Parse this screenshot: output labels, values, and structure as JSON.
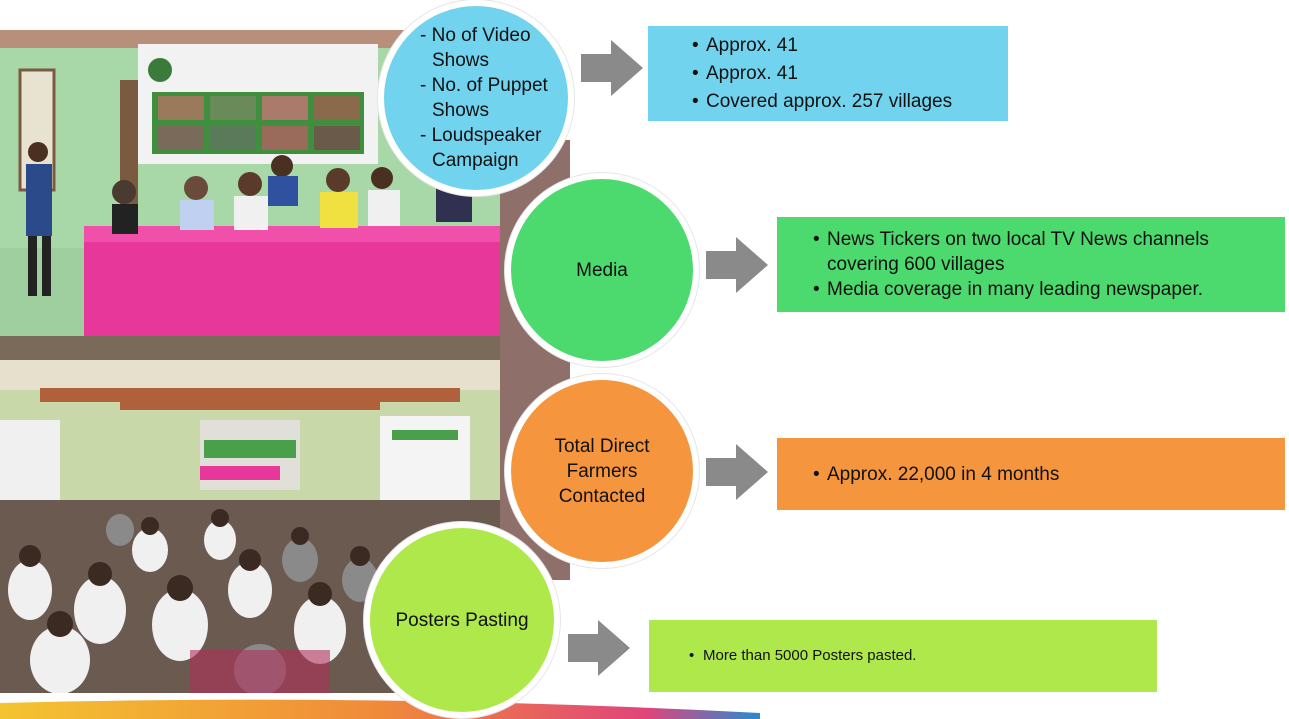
{
  "activities": [
    {
      "circle_lines": [
        "- No of Video Shows",
        "- No. of Puppet Shows",
        "- Loudspeaker Campaign"
      ],
      "details": [
        "Approx. 41",
        "Approx. 41",
        "Covered approx. 257 villages"
      ],
      "color": "#72d3ee"
    },
    {
      "circle_label": "Media",
      "details": [
        "News Tickers on two local TV News channels covering 600 villages",
        "Media coverage in many leading newspaper."
      ],
      "color": "#4cd96e"
    },
    {
      "circle_label": "Total Direct Farmers Contacted",
      "details": [
        "Approx. 22,000 in 4 months"
      ],
      "color": "#f5963f"
    },
    {
      "circle_label": "Posters Pasting",
      "details": [
        "More than 5000 Posters pasted."
      ],
      "color": "#afe84b"
    }
  ],
  "arrow_color": "#8a8a8a",
  "connector_color": "#8f6f6a"
}
